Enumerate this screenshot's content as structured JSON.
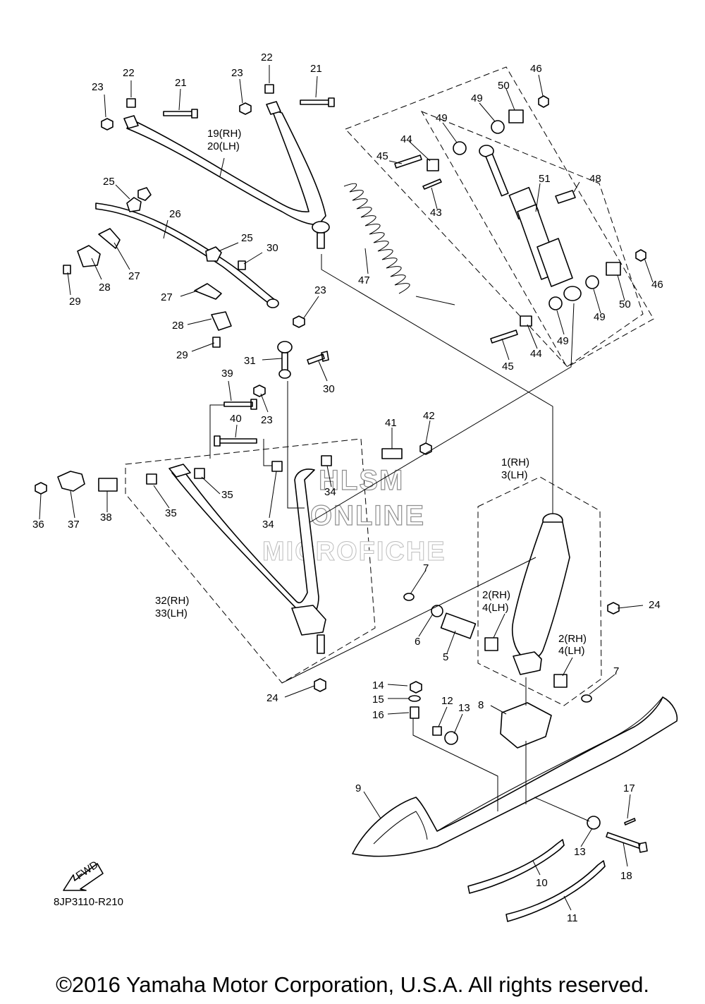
{
  "diagram_code": "8JP3110-R210",
  "copyright": "©2016 Yamaha Motor Corporation, U.S.A. All rights reserved.",
  "watermark": [
    "HLSM",
    "ONLINE",
    "MICROFICHE"
  ],
  "fwd_label": "FWD",
  "labels": {
    "p1": "1(RH)",
    "p3": "3(LH)",
    "p2a": "2(RH)",
    "p4a": "4(LH)",
    "p2b": "2(RH)",
    "p4b": "4(LH)",
    "p5": "5",
    "p6": "6",
    "p7a": "7",
    "p7b": "7",
    "p8": "8",
    "p9": "9",
    "p10": "10",
    "p11": "11",
    "p12": "12",
    "p13a": "13",
    "p13b": "13",
    "p14": "14",
    "p15": "15",
    "p16": "16",
    "p17": "17",
    "p18": "18",
    "p19": "19(RH)",
    "p20": "20(LH)",
    "p21a": "21",
    "p21b": "21",
    "p22a": "22",
    "p22b": "22",
    "p23a": "23",
    "p23b": "23",
    "p23c": "23",
    "p23d": "23",
    "p24a": "24",
    "p24b": "24",
    "p25a": "25",
    "p25b": "25",
    "p26": "26",
    "p27a": "27",
    "p27b": "27",
    "p28a": "28",
    "p28b": "28",
    "p29a": "29",
    "p29b": "29",
    "p30a": "30",
    "p30b": "30",
    "p31": "31",
    "p32": "32(RH)",
    "p33": "33(LH)",
    "p34a": "34",
    "p34b": "34",
    "p35a": "35",
    "p35b": "35",
    "p36": "36",
    "p37": "37",
    "p38": "38",
    "p39": "39",
    "p40": "40",
    "p41": "41",
    "p42": "42",
    "p43": "43",
    "p44a": "44",
    "p44b": "44",
    "p45a": "45",
    "p45b": "45",
    "p46a": "46",
    "p46b": "46",
    "p47": "47",
    "p48": "48",
    "p49a": "49",
    "p49b": "49",
    "p49c": "49",
    "p49d": "49",
    "p50a": "50",
    "p50b": "50",
    "p51": "51"
  }
}
